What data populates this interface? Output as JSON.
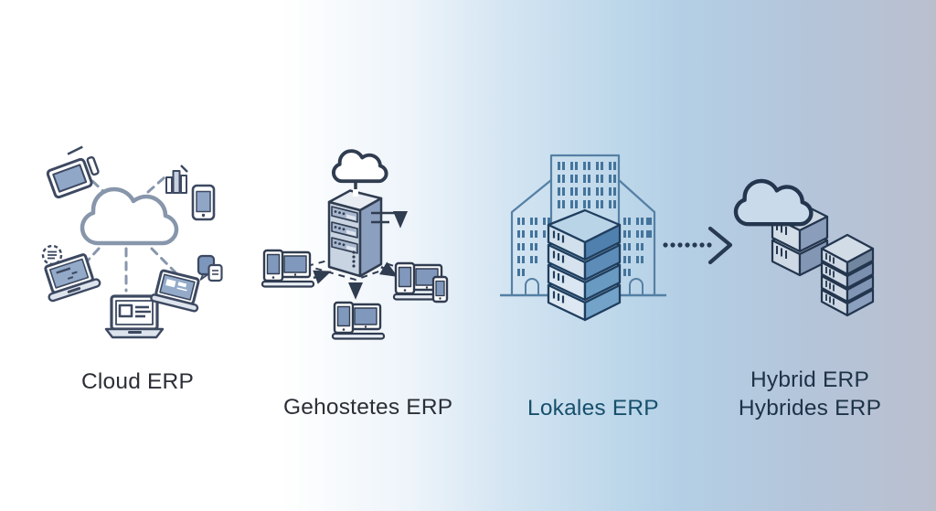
{
  "diagram_title": "ERP deployment models comparison",
  "background": {
    "gradient_left": "#ffffff",
    "gradient_middle": "#b7d2e8",
    "gradient_right": "#babfce"
  },
  "sections": {
    "cloud": {
      "label": "Cloud ERP",
      "label_color": "#2b2f36",
      "icons": [
        "cloud-icon",
        "tablet-icon",
        "bar-chart-icon",
        "smartphone-icon",
        "list-badge-icon",
        "laptop-icon",
        "laptop-icon",
        "laptop-icon",
        "chat-bubbles-icon"
      ],
      "connections": "dashed lines from central cloud to six devices"
    },
    "hosted": {
      "label": "Gehostetes ERP",
      "label_color": "#2b2f36",
      "icons": [
        "cloud-icon",
        "server-tower-icon",
        "workstation-icon",
        "workstation-icon",
        "workstation-icon",
        "data-flow-arrow-icon"
      ],
      "connections": "solid arrows from server platform to three workstations"
    },
    "local": {
      "label": "Lokales ERP",
      "label_color": "#17506c",
      "icons": [
        "office-building-icon",
        "server-stack-icon"
      ]
    },
    "hybrid": {
      "label_line1": "Hybrid ERP",
      "label_line2": "Hybrides ERP",
      "label_color": "#1d3246",
      "icons": [
        "cloud-icon",
        "server-stack-icon",
        "server-stack-icon"
      ]
    }
  },
  "transition_arrow": {
    "style": "dotted",
    "dots": 7,
    "direction": "right",
    "color": "#273a52"
  },
  "palette": {
    "device_outline": "#3d4961",
    "hosted_outline": "#303c50",
    "cloud_outline_light": "#8796ab",
    "screen_fill": "#8fa6c7",
    "building_stroke": "#5580a4",
    "server_side_blue": "#5d8cb8",
    "hybrid_side_blue": "#7b90af"
  }
}
